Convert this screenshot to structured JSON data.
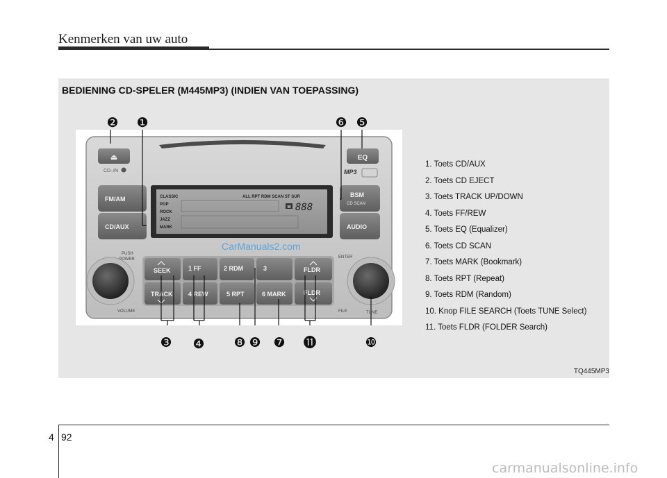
{
  "header": {
    "title": "Kenmerken van uw auto"
  },
  "figure": {
    "title": "BEDIENING CD-SPELER (M445MP3) (INDIEN VAN TOEPASSING)",
    "code": "TQ445MP3",
    "watermark_center": "CarManuals2.com",
    "radio": {
      "eject_symbol": "⏏",
      "cd_in": "CD–IN",
      "eq": "EQ",
      "mp3": "MP3",
      "fm_am": "FM/AM",
      "cd_aux": "CD/AUX",
      "bsm": "BSM",
      "cd_scan": "CD SCAN",
      "audio": "AUDIO",
      "push": "PUSH",
      "power": "POWER",
      "volume": "VOLUME",
      "enter": "ENTER",
      "file": "FILE",
      "tune": "TUNE",
      "seek": "SEEK",
      "track": "TRACK",
      "fldr_up": "FLDR",
      "fldr_down": "FLDR",
      "btn_1": "1 FF",
      "btn_2": "2 RDM",
      "btn_3": "3",
      "btn_4": "4 REW",
      "btn_5": "5 RPT",
      "btn_6": "6 MARK",
      "display": {
        "modes": [
          "CLASSIC",
          "POP",
          "ROCK",
          "JAZZ",
          "MARK"
        ],
        "indicators": "ALL RPT RDM SCAN ST SUR",
        "m_badge": "M",
        "digits": "888"
      }
    },
    "callouts": [
      "❷",
      "❶",
      "❻",
      "❺",
      "❸",
      "❹",
      "❽",
      "❾",
      "❼",
      "⓫",
      "❿"
    ]
  },
  "legend": [
    "1. Toets CD/AUX",
    "2. Toets CD EJECT",
    "3. Toets TRACK UP/DOWN",
    "4. Toets FF/REW",
    "5. Toets EQ (Equalizer)",
    "6. Toets CD SCAN",
    "7. Toets MARK (Bookmark)",
    "8. Toets RPT (Repeat)",
    "9. Toets RDM (Random)",
    "10. Knop FILE SEARCH (Toets TUNE Select)",
    "11. Toets FLDR (FOLDER Search)"
  ],
  "footer": {
    "section": "4",
    "page": "92",
    "watermark": "carmanualsonline.info"
  }
}
